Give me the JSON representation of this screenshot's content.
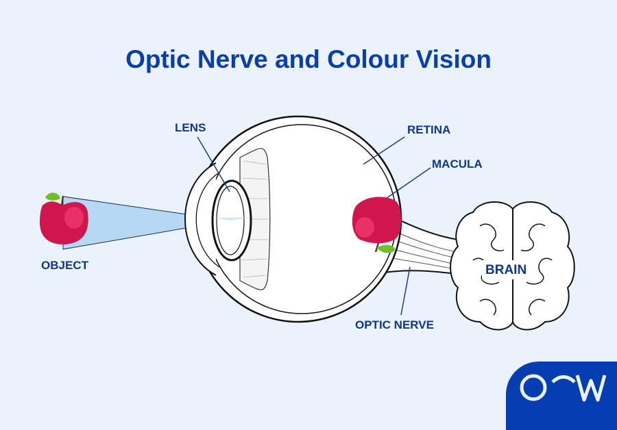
{
  "title": "Optic Nerve and Colour Vision",
  "labels": {
    "lens": "LENS",
    "retina": "RETINA",
    "macula": "MACULA",
    "object": "OBJECT",
    "brain": "BRAIN",
    "optic_nerve": "OPTIC NERVE"
  },
  "logo_text": "OCW",
  "colors": {
    "title": "#0a3db0",
    "apple": "#d0174d",
    "light": "#b5d8f5",
    "logo_bg": "#063db0"
  }
}
